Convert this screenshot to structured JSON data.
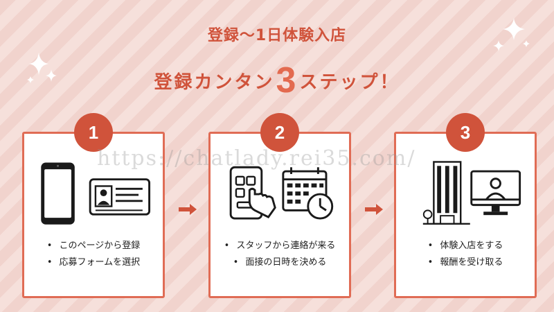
{
  "header": {
    "title_line1": "登録〜1日体験入店",
    "title_line2_prefix": "登録カンタン",
    "title_line2_number": "3",
    "title_line2_suffix": "ステップ！"
  },
  "steps": [
    {
      "number": "1",
      "bullets": [
        "このページから登録",
        "応募フォームを選択"
      ]
    },
    {
      "number": "2",
      "bullets": [
        "スタッフから連絡が来る",
        "面接の日時を決める"
      ]
    },
    {
      "number": "3",
      "bullets": [
        "体験入店をする",
        "報酬を受け取る"
      ]
    }
  ],
  "watermark": "https://chatlady.rei35.com/",
  "colors": {
    "accent": "#d0533b",
    "card_border": "#e06c55",
    "bg_stripe_a": "#f1d3cd",
    "bg_stripe_b": "#f6e0db"
  },
  "icons": [
    "smartphone-icon",
    "id-card-icon",
    "phone-tap-icon",
    "calendar-clock-icon",
    "building-icon",
    "video-call-icon",
    "arrow-right-icon",
    "sparkle-icon"
  ]
}
